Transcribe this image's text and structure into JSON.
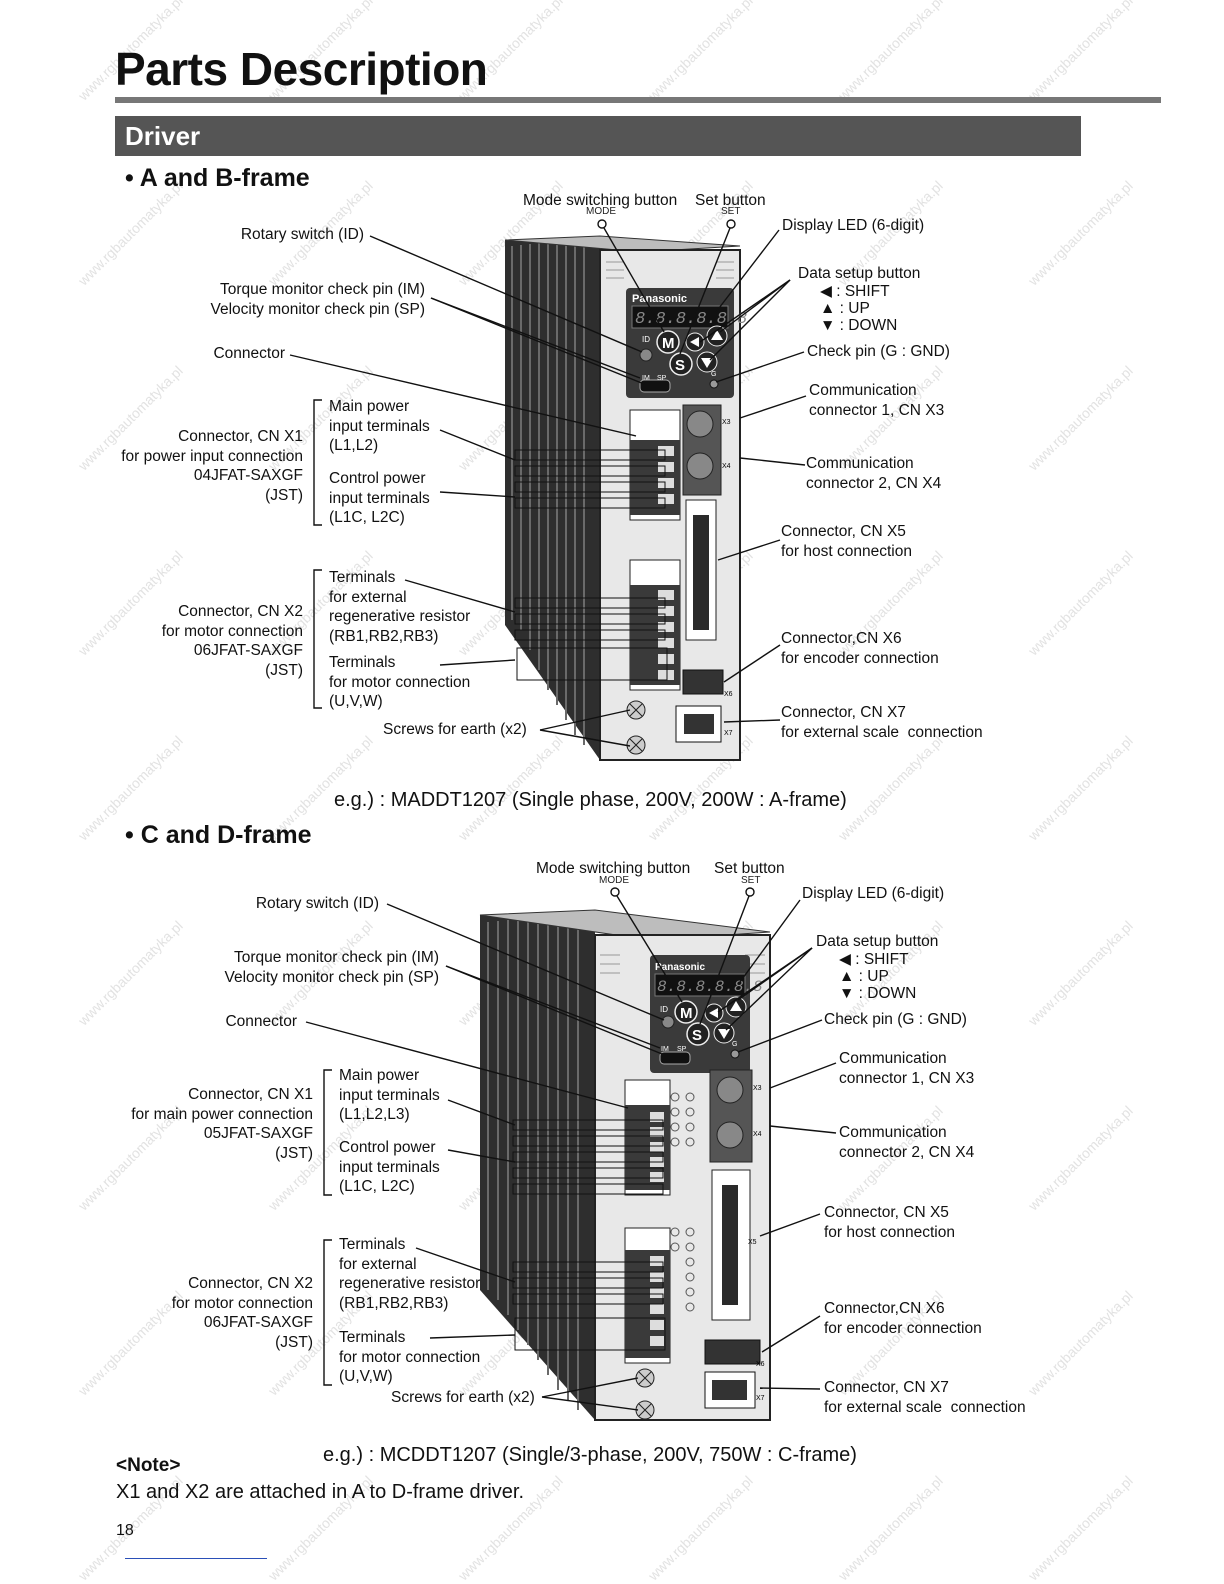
{
  "page": {
    "title": "Parts Description",
    "section": "Driver",
    "page_number": "18",
    "watermark": "www.rgbautomatyka.pl"
  },
  "ab_frame": {
    "heading": "• A and B-frame",
    "mode_button": "Mode switching button",
    "mode_small": "MODE",
    "set_button": "Set button",
    "set_small": "SET",
    "display_led": "Display LED (6-digit)",
    "rotary": "Rotary switch (ID)",
    "monitor_pins": "Torque monitor check pin (IM)\nVelocity monitor check pin (SP)",
    "connector": "Connector",
    "data_setup": "Data setup button",
    "shift": ": SHIFT",
    "up": ": UP",
    "down": ": DOWN",
    "check_pin": "Check pin (G : GND)",
    "cn_x3": "Communication\nconnector 1, CN X3",
    "cn_x4": "Communication\nconnector 2, CN X4",
    "cn_x5": "Connector, CN X5\nfor host connection",
    "cn_x6": "Connector,CN X6\nfor encoder connection",
    "cn_x7": "Connector, CN X7\nfor external scale  connection",
    "cn_x1": "Connector, CN X1\nfor power input connection\n04JFAT-SAXGF\n(JST)",
    "main_power": "Main power\ninput terminals\n(L1,L2)",
    "control_power": "Control power\ninput terminals\n(L1C, L2C)",
    "cn_x2": "Connector, CN X2\nfor motor connection\n06JFAT-SAXGF\n(JST)",
    "regen": "Terminals\nfor external\nregenerative resistor\n(RB1,RB2,RB3)",
    "motor_terms": "Terminals\nfor motor connection\n(U,V,W)",
    "earth": "Screws for earth (x2)",
    "caption": "e.g.) : MADDT1207 (Single phase, 200V, 200W : A-frame)"
  },
  "cd_frame": {
    "heading": "• C and D-frame",
    "mode_button": "Mode switching button",
    "mode_small": "MODE",
    "set_button": "Set button",
    "set_small": "SET",
    "display_led": "Display LED (6-digit)",
    "rotary": "Rotary switch (ID)",
    "monitor_pins": "Torque monitor check pin (IM)\nVelocity monitor check pin (SP)",
    "connector": "Connector",
    "data_setup": "Data setup button",
    "shift": ": SHIFT",
    "up": ": UP",
    "down": ": DOWN",
    "check_pin": "Check pin (G : GND)",
    "cn_x3": "Communication\nconnector 1, CN X3",
    "cn_x4": "Communication\nconnector 2, CN X4",
    "cn_x5": "Connector, CN X5\nfor host connection",
    "cn_x6": "Connector,CN X6\nfor encoder connection",
    "cn_x7": "Connector, CN X7\nfor external scale  connection",
    "cn_x1": "Connector, CN X1\nfor main power connection\n05JFAT-SAXGF\n(JST)",
    "main_power": "Main power\ninput terminals\n(L1,L2,L3)",
    "control_power": "Control power\ninput terminals\n(L1C, L2C)",
    "cn_x2": "Connector, CN X2\nfor motor connection\n06JFAT-SAXGF\n(JST)",
    "regen": "Terminals\nfor external\nregenerative resistor\n(RB1,RB2,RB3)",
    "motor_terms": "Terminals\nfor motor connection\n(U,V,W)",
    "earth": "Screws for earth (x2)",
    "caption": "e.g.) : MCDDT1207 (Single/3-phase, 200V, 750W : C-frame)"
  },
  "device": {
    "brand": "Panasonic",
    "display_digits": "8.8.8.8.8.8",
    "btn_mode": "M",
    "btn_set": "S",
    "id_label": "ID",
    "im_label": "IM",
    "sp_label": "SP",
    "g_label": "G",
    "x3": "X3",
    "x4": "X4",
    "x5": "X5",
    "x6": "X6",
    "x7": "X7"
  },
  "note": {
    "heading": "<Note>",
    "text": "X1 and X2 are attached in A to D-frame driver."
  }
}
